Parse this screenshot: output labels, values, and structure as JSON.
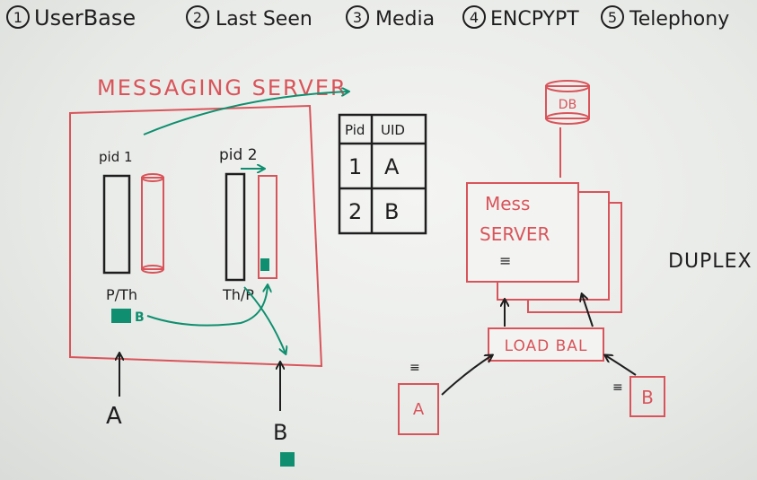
{
  "topics": [
    {
      "num": "1",
      "label": "UserBase"
    },
    {
      "num": "2",
      "label": "Last Seen"
    },
    {
      "num": "3",
      "label": "Media"
    },
    {
      "num": "4",
      "label": "ENCPYPT"
    },
    {
      "num": "5",
      "label": "Telephony"
    }
  ],
  "left": {
    "title": "MESSAGING SERVER",
    "pid1": "pid 1",
    "pid2": "pid 2",
    "proc1_label": "P/Th",
    "proc2_label": "Th/P",
    "msg_tag": "B",
    "client_a": "A",
    "client_b": "B"
  },
  "table": {
    "headers": [
      "Pid",
      "UID"
    ],
    "rows": [
      [
        "1",
        "A"
      ],
      [
        "2",
        "B"
      ]
    ]
  },
  "right": {
    "db": "DB",
    "server_line1": "Mess",
    "server_line2": "SERVER",
    "server_mark": "≡",
    "lb": "LOAD BAL",
    "client_a": "A",
    "client_b": "B",
    "mark_a": "≡",
    "mark_b": "≡",
    "duplex": "DUPLEX"
  },
  "colors": {
    "ink": "#1e1e1e",
    "red": "#d9545a",
    "green": "#0f8f6f"
  }
}
